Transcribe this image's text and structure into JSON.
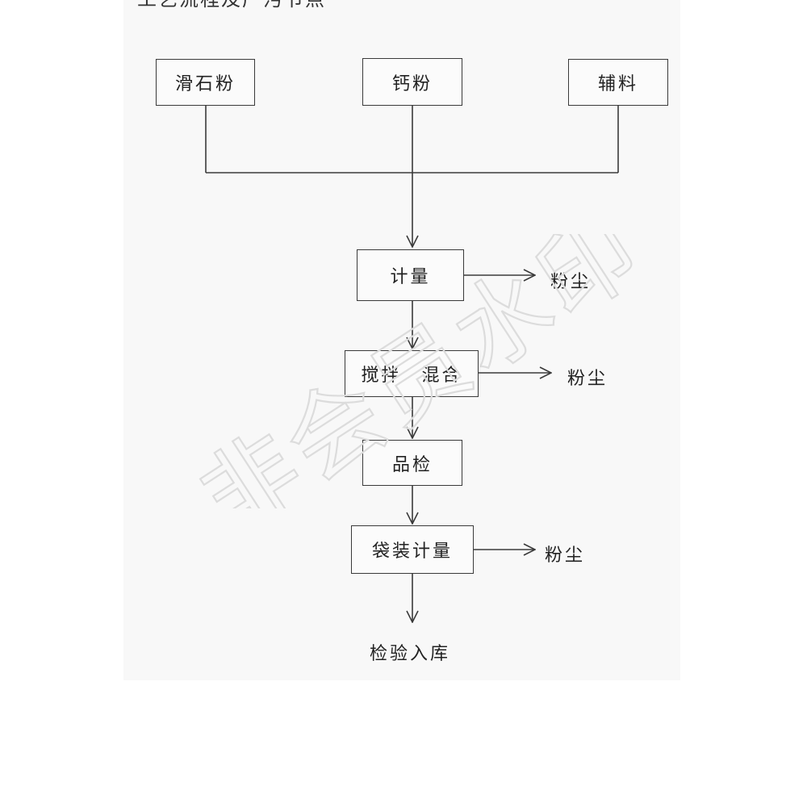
{
  "heading": "工艺流程及产污节点",
  "watermark": "非会员水印",
  "nodes": {
    "talc": "滑石粉",
    "calcium": "钙粉",
    "auxiliary": "辅料",
    "metering": "计量",
    "mixing": "搅拌　混合",
    "inspection": "品检",
    "bagging": "袋装计量",
    "storage": "检验入库"
  },
  "emissions": {
    "metering_dust": "粉尘",
    "mixing_dust": "粉尘",
    "bagging_dust": "粉尘"
  },
  "colors": {
    "line": "#3a3a3a",
    "watermark": "#e3e3e3",
    "paper": "#f8f8f8"
  }
}
